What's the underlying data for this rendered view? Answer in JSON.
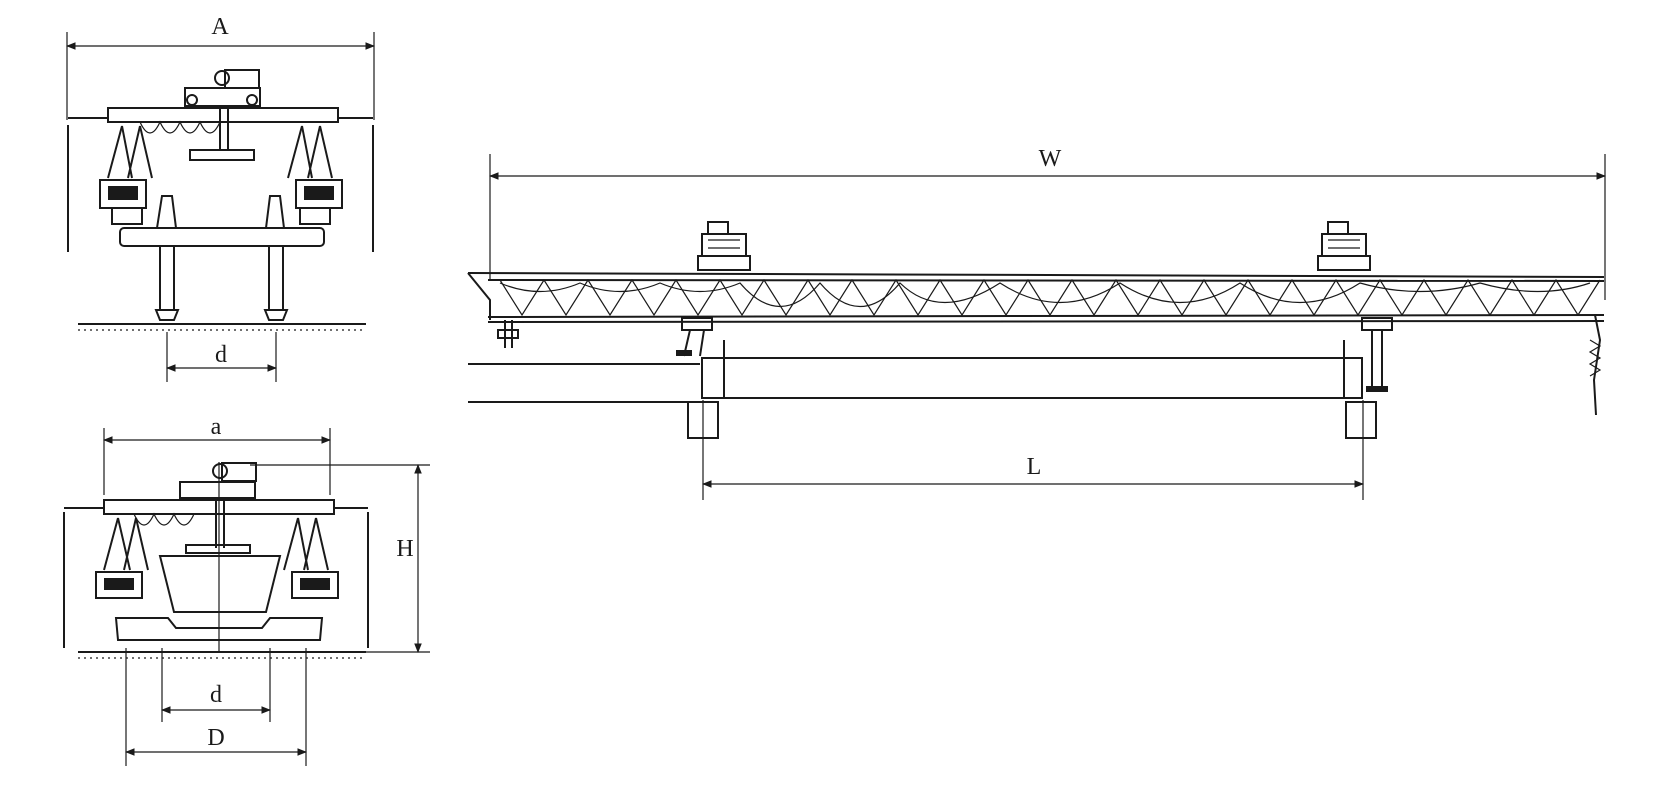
{
  "dimensions": {
    "A": "A",
    "d_top": "d",
    "a": "a",
    "H": "H",
    "d_bottom": "d",
    "D": "D",
    "W": "W",
    "L": "L"
  },
  "colors": {
    "line": "#1a1a1a",
    "background": "#ffffff"
  }
}
